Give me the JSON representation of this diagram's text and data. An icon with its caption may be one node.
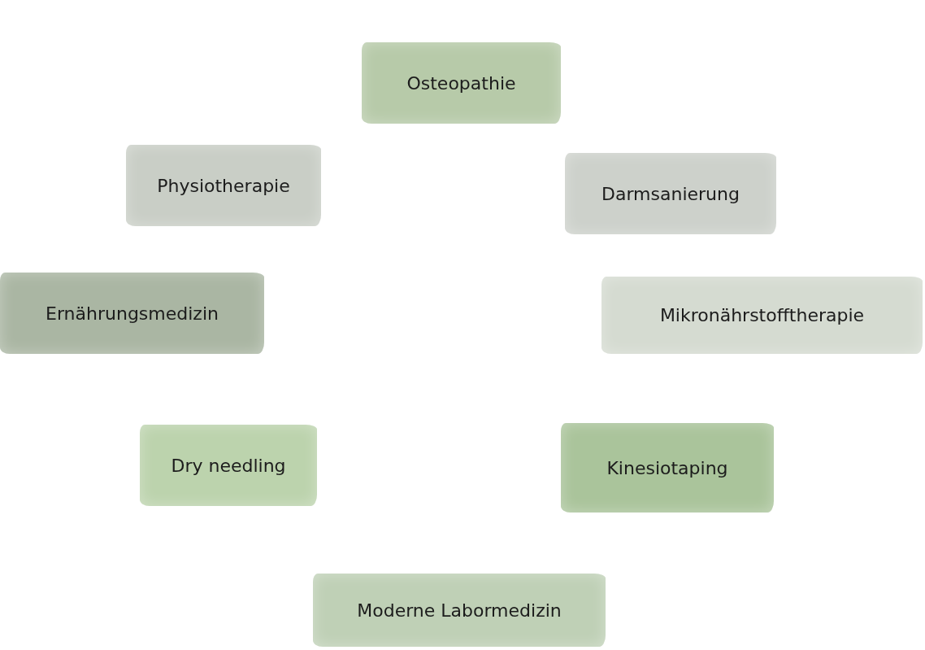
{
  "diagram": {
    "nodes": [
      {
        "text": [
          "Osteopathie"
        ]
      },
      {
        "text": [
          "Physiotherapie"
        ]
      },
      {
        "text": [
          "Darmsanierung"
        ]
      },
      {
        "text": [
          "Ernährungsmedizin"
        ]
      },
      {
        "text": [
          "Mikronährstofftherapie"
        ]
      },
      {
        "text": [
          "Dry needling"
        ]
      },
      {
        "text": [
          "Kinesiotaping"
        ]
      },
      {
        "text": [
          "Moderne Labormedizin"
        ]
      }
    ]
  }
}
